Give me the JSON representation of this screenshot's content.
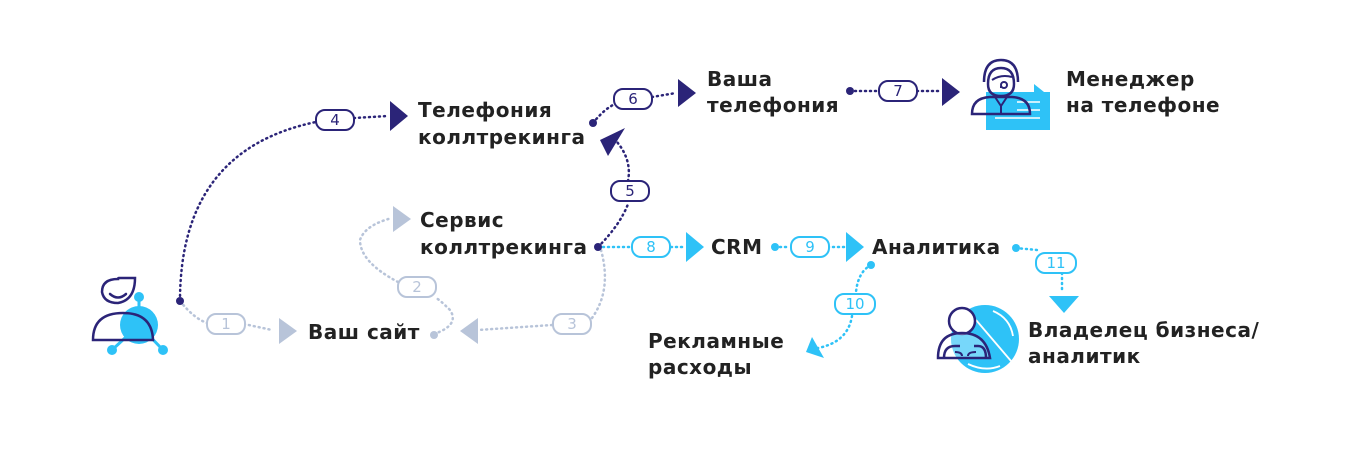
{
  "colors": {
    "dark": "#2b2478",
    "light": "#b8c4d9",
    "cyan": "#2ec2f7",
    "text": "#222222"
  },
  "nodes": {
    "visitor": {
      "icon": "visitor-icon"
    },
    "site": {
      "label": [
        "Ваш сайт"
      ]
    },
    "service": {
      "label": [
        "Сервис",
        "коллтрекинга"
      ]
    },
    "telephony_ct": {
      "label": [
        "Телефония",
        "коллтрекинга"
      ]
    },
    "your_telephony": {
      "label": [
        "Ваша",
        "телефония"
      ]
    },
    "manager": {
      "label": [
        "Менеджер",
        "на телефоне"
      ],
      "icon": "call-center-manager-icon"
    },
    "crm": {
      "label": [
        "CRM"
      ]
    },
    "analytics": {
      "label": [
        "Аналитика"
      ]
    },
    "ad_costs": {
      "label": [
        "Рекламные",
        "расходы"
      ]
    },
    "owner": {
      "label": [
        "Владелец бизнеса/",
        "аналитик"
      ],
      "icon": "business-owner-analyst-icon"
    }
  },
  "steps": [
    {
      "n": "1",
      "from": "visitor",
      "to": "site",
      "tone": "light"
    },
    {
      "n": "2",
      "from": "site",
      "to": "service",
      "tone": "light"
    },
    {
      "n": "3",
      "from": "service",
      "to": "site",
      "tone": "light"
    },
    {
      "n": "4",
      "from": "visitor",
      "to": "telephony_ct",
      "tone": "dark"
    },
    {
      "n": "5",
      "from": "service",
      "to": "telephony_ct",
      "tone": "dark"
    },
    {
      "n": "6",
      "from": "telephony_ct",
      "to": "your_telephony",
      "tone": "dark"
    },
    {
      "n": "7",
      "from": "your_telephony",
      "to": "manager",
      "tone": "dark"
    },
    {
      "n": "8",
      "from": "service",
      "to": "crm",
      "tone": "cyan"
    },
    {
      "n": "9",
      "from": "crm",
      "to": "analytics",
      "tone": "cyan"
    },
    {
      "n": "10",
      "from": "analytics",
      "to": "ad_costs",
      "tone": "cyan"
    },
    {
      "n": "11",
      "from": "analytics",
      "to": "owner",
      "tone": "cyan"
    }
  ]
}
